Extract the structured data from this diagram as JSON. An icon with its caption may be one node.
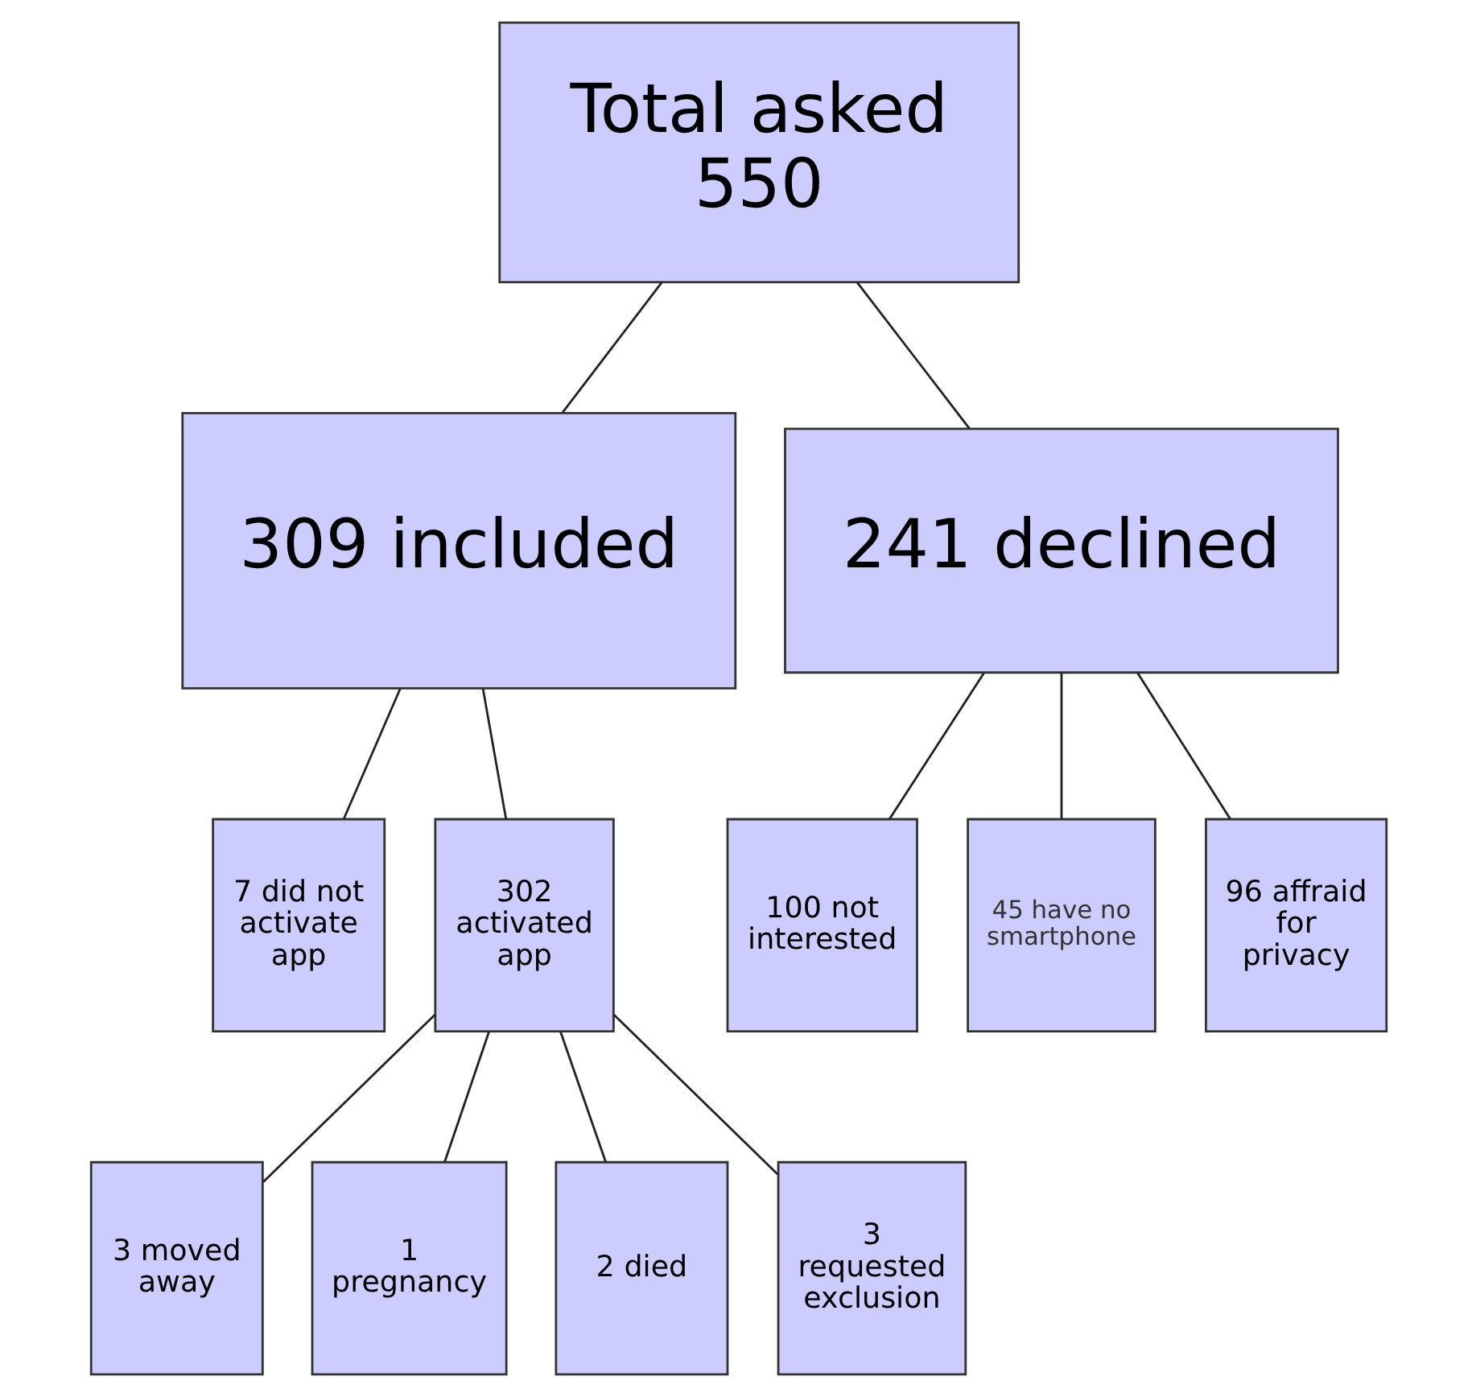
{
  "diagram": {
    "nodes": [
      {
        "text": [
          "Total asked 550"
        ]
      },
      {
        "text": [
          "309 included"
        ]
      },
      {
        "text": [
          "241 declined"
        ]
      },
      {
        "text": [
          "7 did not activate app"
        ]
      },
      {
        "text": [
          "302 activated app"
        ]
      },
      {
        "text": [
          "100 not interested"
        ]
      },
      {
        "text": [
          "45 have no smartphone"
        ]
      },
      {
        "text": [
          "96 affraid for privacy"
        ]
      },
      {
        "text": [
          "3 moved away"
        ]
      },
      {
        "text": [
          "1 pregnancy"
        ]
      },
      {
        "text": [
          "2 died"
        ]
      },
      {
        "text": [
          "3 requested exclusion"
        ]
      }
    ],
    "edges": [
      {
        "from": 0,
        "to": 1,
        "arrow": "none"
      },
      {
        "from": 0,
        "to": 2,
        "arrow": "none"
      },
      {
        "from": 1,
        "to": 3,
        "arrow": "none"
      },
      {
        "from": 1,
        "to": 4,
        "arrow": "none"
      },
      {
        "from": 2,
        "to": 5,
        "arrow": "none"
      },
      {
        "from": 2,
        "to": 6,
        "arrow": "none"
      },
      {
        "from": 2,
        "to": 7,
        "arrow": "none"
      },
      {
        "from": 4,
        "to": 8,
        "arrow": "none"
      },
      {
        "from": 4,
        "to": 9,
        "arrow": "none"
      },
      {
        "from": 4,
        "to": 10,
        "arrow": "none"
      },
      {
        "from": 4,
        "to": 11,
        "arrow": "none"
      }
    ]
  }
}
